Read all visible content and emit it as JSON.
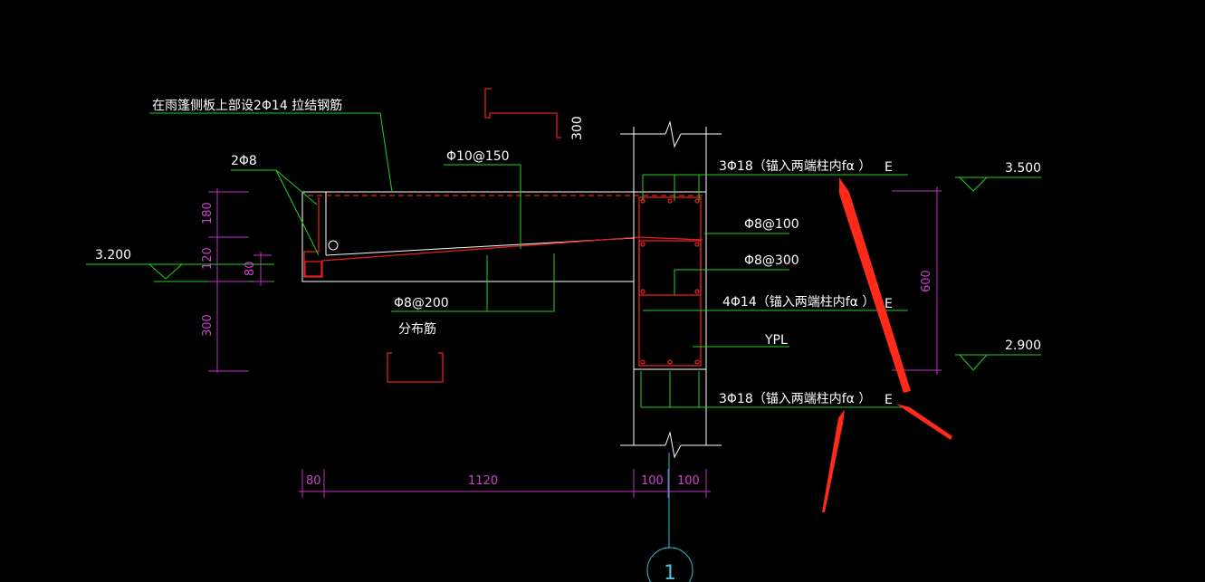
{
  "colors": {
    "background": "#000000",
    "text": "#ffffff",
    "leader": "#1ed21e",
    "outline": "#ffffff",
    "rebar": "#e02020",
    "dimension": "#c030c0",
    "axis": "#30c0d0",
    "annotation_arrow": "#ff2a1a"
  },
  "annotations": {
    "top_note": "在雨篷侧板上部设2Φ14 拉结钢筋",
    "stirrup_2phi8": "2Φ8",
    "slab_top_bar": "Φ10@150",
    "distribution_bar": "Φ8@200",
    "distribution_label": "分布筋",
    "beam_top_bar": "3Φ18（锚入两端柱内fα ）",
    "beam_top_suffix": "E",
    "beam_stirrup": "Φ8@100",
    "beam_tie": "Φ8@300",
    "beam_side_bar": "4Φ14（锚入两端柱内fα ）",
    "beam_side_suffix": "E",
    "beam_name": "YPL",
    "beam_bottom_bar": "3Φ18（锚入两端柱内fα ）",
    "beam_bottom_suffix": "E"
  },
  "elevations": {
    "left": "3.200",
    "top_right": "3.500",
    "bottom_right": "2.900"
  },
  "dimensions": {
    "upturn_height": "300",
    "left_180": "180",
    "left_120": "120",
    "left_80": "80",
    "left_300": "300",
    "beam_depth": "600",
    "bottom": [
      "80",
      "1120",
      "100",
      "100"
    ]
  },
  "axis": {
    "label": "1"
  },
  "icons": [
    "break-line-icon",
    "axis-bubble-icon",
    "red-arrow-icon"
  ]
}
